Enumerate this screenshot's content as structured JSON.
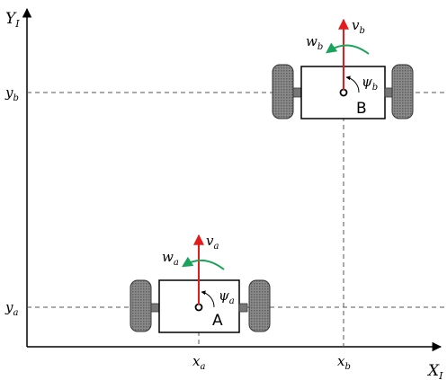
{
  "axes": {
    "y_axis": {
      "symbol": "Y",
      "subscript": "I"
    },
    "x_axis": {
      "symbol": "X",
      "subscript": "I"
    }
  },
  "ticks": {
    "y_b": {
      "symbol": "y",
      "subscript": "b"
    },
    "y_a": {
      "symbol": "y",
      "subscript": "a"
    },
    "x_a": {
      "symbol": "x",
      "subscript": "a"
    },
    "x_b": {
      "symbol": "x",
      "subscript": "b"
    }
  },
  "robot_a": {
    "label": "A",
    "velocity": {
      "symbol": "v",
      "subscript": "a"
    },
    "angular": {
      "symbol": "w",
      "subscript": "a"
    },
    "heading": {
      "symbol": "ψ",
      "subscript": "a"
    }
  },
  "robot_b": {
    "label": "B",
    "velocity": {
      "symbol": "v",
      "subscript": "b"
    },
    "angular": {
      "symbol": "w",
      "subscript": "b"
    },
    "heading": {
      "symbol": "ψ",
      "subscript": "b"
    }
  },
  "colors": {
    "velocity_arrow": "#e41b1b",
    "angular_arrow": "#1aa35a",
    "wheel_fill": "#7a7a7a",
    "guide_line": "#555555"
  }
}
